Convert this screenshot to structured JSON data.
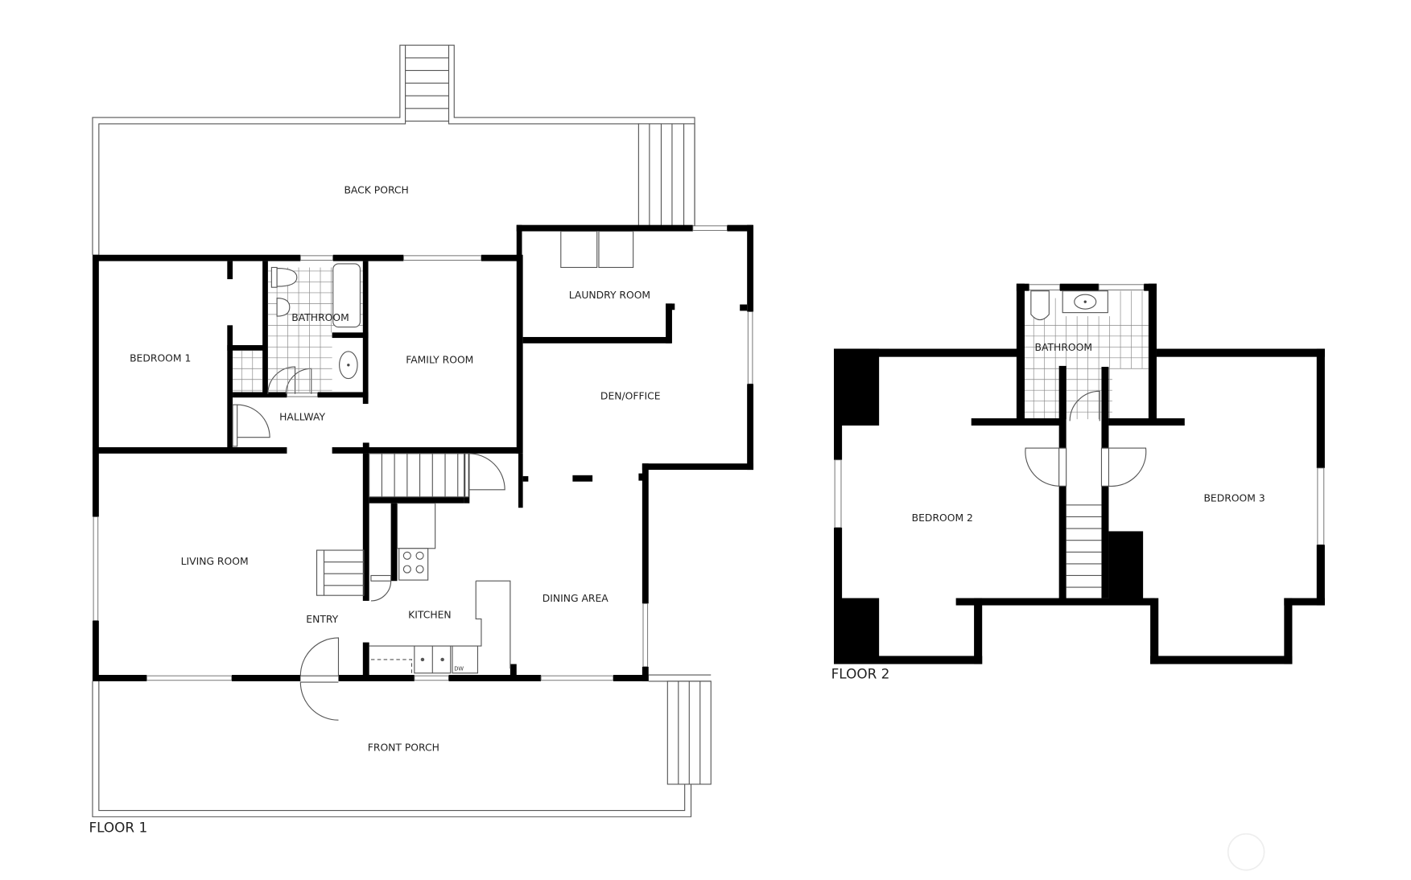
{
  "plan": {
    "floors": [
      {
        "label": "FLOOR 1",
        "rooms": [
          {
            "name": "BACK PORCH"
          },
          {
            "name": "BEDROOM 1"
          },
          {
            "name": "BATHROOM"
          },
          {
            "name": "FAMILY ROOM"
          },
          {
            "name": "LAUNDRY ROOM"
          },
          {
            "name": "DEN/OFFICE"
          },
          {
            "name": "HALLWAY"
          },
          {
            "name": "LIVING ROOM"
          },
          {
            "name": "ENTRY"
          },
          {
            "name": "KITCHEN"
          },
          {
            "name": "DINING AREA"
          },
          {
            "name": "FRONT PORCH"
          }
        ],
        "fixtures": {
          "dishwasher": "DW"
        }
      },
      {
        "label": "FLOOR 2",
        "rooms": [
          {
            "name": "BATHROOM"
          },
          {
            "name": "BEDROOM 2"
          },
          {
            "name": "BEDROOM 3"
          }
        ]
      }
    ],
    "colors": {
      "wall": "#000000",
      "line": "#555555",
      "text": "#222222",
      "background": "#ffffff"
    }
  }
}
